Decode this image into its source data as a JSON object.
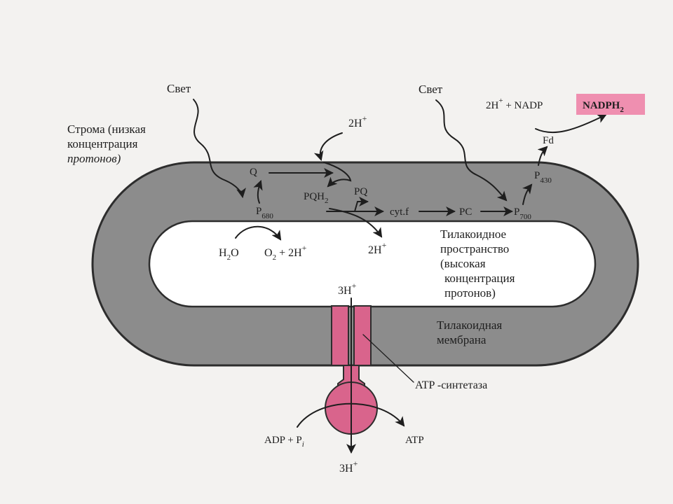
{
  "labels": {
    "light_left": "Свет",
    "light_right": "Свет",
    "stroma_line1": "Строма (низкая",
    "stroma_line2": "концентрация",
    "stroma_line3": "протонов)",
    "top_2h_plus": "2H",
    "q": "Q",
    "pqh2": "PQH",
    "pqh2_sub": "2",
    "pq": "PQ",
    "p680": "P",
    "p680_sub": "680",
    "h2o": "H",
    "h2o_sub": "2",
    "h2o_o": "O",
    "o2_2h": "O",
    "o2_sub": "2",
    "o2_rest": " + 2H",
    "lumen_2h_plus": "2H",
    "cytf": "cyt.f",
    "pc": "PC",
    "p700": "P",
    "p700_sub": "700",
    "p430": "P",
    "p430_sub": "430",
    "fd": "Fd",
    "nadp_eq": "2H",
    "nadp_eq_rest": " + NADP",
    "nadph2": "NADPH",
    "nadph2_sub": "2",
    "lumen_line1": "Тилакоидное",
    "lumen_line2": "пространство",
    "lumen_line3": "(высокая",
    "lumen_line4": "концентрация",
    "lumen_line5": "протонов)",
    "membrane_line1": "Тилакоидная",
    "membrane_line2": "мембрана",
    "h3_top": "3H",
    "atp_synthase": "ATP -синтетаза",
    "adp_pi": "ADP + P",
    "adp_pi_sub": "i",
    "atp": "ATP",
    "h3_bottom": "3H",
    "plus_sign": "+"
  },
  "colors": {
    "membrane": "#8c8c8c",
    "membrane_edge": "#2d2d2d",
    "lumen": "#ffffff",
    "atp_synthase": "#d9648c",
    "nadph_box": "#ef8fb0",
    "arrow": "#1e1e1e",
    "background": "#f3f2f0"
  },
  "icons": [
    "curved-arrow-icon",
    "straight-arrow-icon"
  ]
}
